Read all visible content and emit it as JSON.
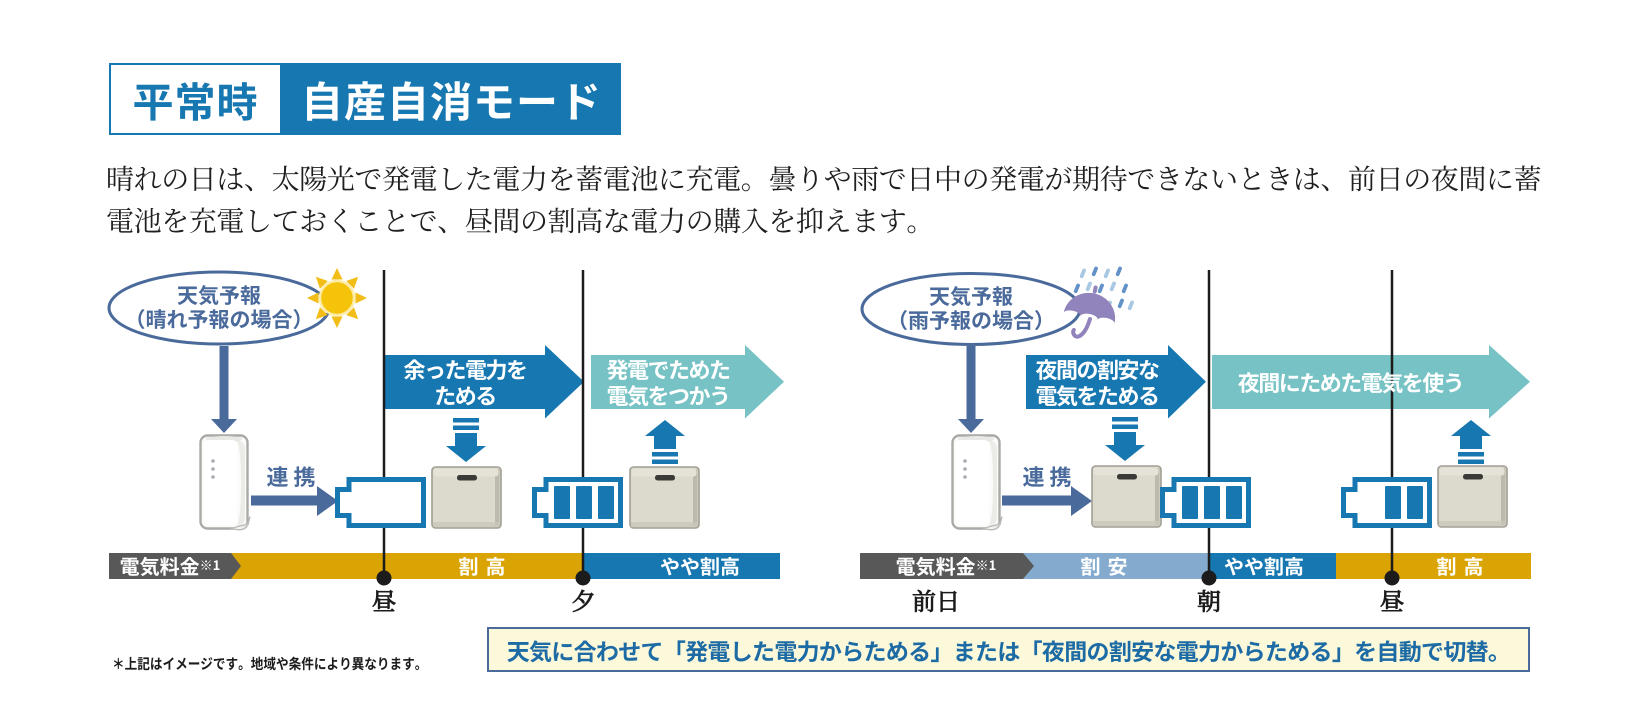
{
  "colors": {
    "brand_blue": "#1777b0",
    "steel_blue": "#4a6a9b",
    "teal": "#76c2c4",
    "gold": "#d9a404",
    "light_steel": "#84abce",
    "dark_gray": "#595859",
    "sun_yellow": "#f5c40a",
    "umbrella_purple": "#9183bb",
    "note_bg": "#fcf8da",
    "note_text": "#1d6ba5",
    "text_dark": "#1f1f1f"
  },
  "header": {
    "condition_label": "平常時",
    "mode_label": "自産自消モード"
  },
  "intro": {
    "lines": [
      "晴れの日は、太陽光で発電した電力を蓄電池に充電。曇りや雨で日中の発電が期待できないときは、前日の夜間に蓄",
      "電池を充電しておくことで、昼間の割高な電力の購入を抑えます。"
    ]
  },
  "sunny": {
    "forecast_bubble": {
      "line1": "天気予報",
      "line2": "（晴れ予報の場合）",
      "icon": "sun-icon"
    },
    "link_label": "連 携",
    "store_arrow": {
      "line1": "余った電力を",
      "line2": "ためる"
    },
    "use_arrow": {
      "line1": "発電でためた",
      "line2": "電気をつかう"
    },
    "price_bar": {
      "label": "電気料金",
      "label_sup": "※1",
      "segments": [
        {
          "label": "割高"
        },
        {
          "label": "やや割高"
        }
      ]
    },
    "ticks": [
      "昼",
      "夕"
    ]
  },
  "rainy": {
    "forecast_bubble": {
      "line1": "天気予報",
      "line2": "（雨予報の場合）",
      "icon": "umbrella-rain-icon"
    },
    "link_label": "連 携",
    "store_arrow": {
      "line1": "夜間の割安な",
      "line2": "電気をためる"
    },
    "use_arrow": {
      "line1": "夜間にためた電気を使う"
    },
    "price_bar": {
      "label": "電気料金",
      "label_sup": "※1",
      "segments": [
        {
          "label": "割安"
        },
        {
          "label": "やや割高"
        },
        {
          "label": "割高"
        }
      ]
    },
    "ticks": [
      "前日",
      "朝",
      "昼"
    ]
  },
  "footnote": "＊上記はイメージです。地域や条件により異なります。",
  "auto_switch_note": "天気に合わせて「発電した電力からためる」または「夜間の割安な電力からためる」を自動で切替。"
}
